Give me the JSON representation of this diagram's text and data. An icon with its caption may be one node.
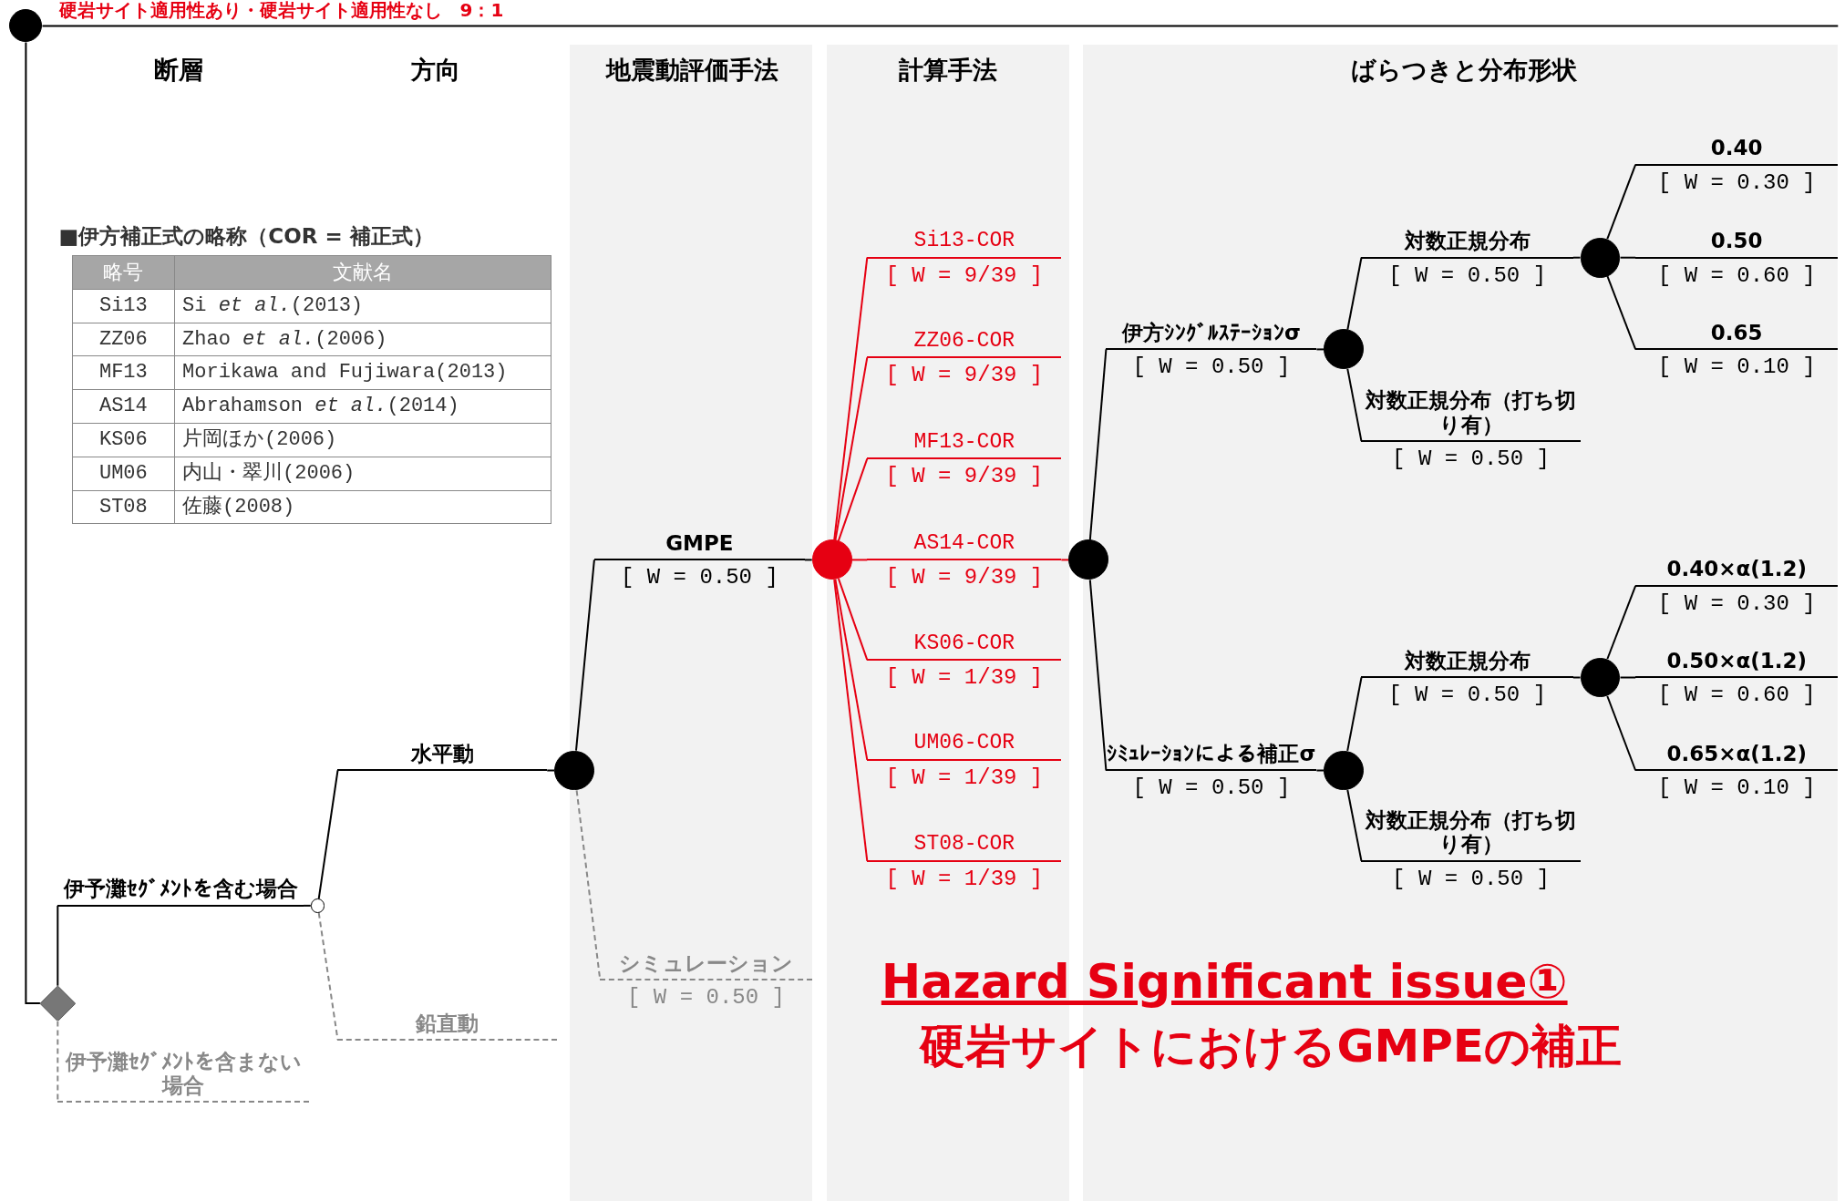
{
  "diagram": {
    "title": "硬岩サイト適用性あり・硬岩サイト適用性なし　9：1",
    "nodes": [
      {
        "text": [],
        "shape": "circle"
      },
      {
        "text": [],
        "shape": "diamond"
      },
      {
        "text": [
          "伊予灘ｾｸﾞﾒﾝﾄを含む場合"
        ]
      },
      {
        "text": [],
        "shape": "circle"
      },
      {
        "text": [
          "伊予灘ｾｸﾞﾒﾝﾄを含まない場合"
        ]
      },
      {
        "text": [
          "水平動"
        ]
      },
      {
        "text": [],
        "shape": "circle"
      },
      {
        "text": [
          "鉛直動"
        ]
      },
      {
        "text": [
          "GMPE",
          "[ W = 0.50 ]"
        ]
      },
      {
        "text": [],
        "shape": "circle"
      },
      {
        "text": [
          "シミュレーション",
          "[ W = 0.50 ]"
        ]
      },
      {
        "text": [
          "Si13-COR",
          "[ W = 9/39 ]"
        ]
      },
      {
        "text": [
          "ZZ06-COR",
          "[ W = 9/39 ]"
        ]
      },
      {
        "text": [
          "MF13-COR",
          "[ W = 9/39 ]"
        ]
      },
      {
        "text": [
          "AS14-COR",
          "[ W = 9/39 ]"
        ]
      },
      {
        "text": [
          "KS06-COR",
          "[ W = 1/39 ]"
        ]
      },
      {
        "text": [
          "UM06-COR",
          "[ W = 1/39 ]"
        ]
      },
      {
        "text": [
          "ST08-COR",
          "[ W = 1/39 ]"
        ]
      },
      {
        "text": [],
        "shape": "circle"
      },
      {
        "text": [
          "伊方ｼﾝｸﾞﾙｽﾃｰｼｮﾝσ",
          "[ W = 0.50 ]"
        ]
      },
      {
        "text": [],
        "shape": "circle"
      },
      {
        "text": [
          "対数正規分布",
          "[ W = 0.50 ]"
        ]
      },
      {
        "text": [],
        "shape": "circle"
      },
      {
        "text": [
          "0.40",
          "[ W = 0.30 ]"
        ]
      },
      {
        "text": [
          "0.50",
          "[ W = 0.60 ]"
        ]
      },
      {
        "text": [
          "0.65",
          "[ W = 0.10 ]"
        ]
      },
      {
        "text": [
          "対数正規分布（打ち切り有）",
          "[ W = 0.50 ]"
        ]
      },
      {
        "text": [
          "ｼﾐｭﾚｰｼｮﾝによる補正σ",
          "[ W = 0.50 ]"
        ]
      },
      {
        "text": [],
        "shape": "circle"
      },
      {
        "text": [
          "対数正規分布",
          "[ W = 0.50 ]"
        ]
      },
      {
        "text": [],
        "shape": "circle"
      },
      {
        "text": [
          "0.40×α(1.2)",
          "[ W = 0.30 ]"
        ]
      },
      {
        "text": [
          "0.50×α(1.2)",
          "[ W = 0.60 ]"
        ]
      },
      {
        "text": [
          "0.65×α(1.2)",
          "[ W = 0.10 ]"
        ]
      },
      {
        "text": [
          "対数正規分布（打ち切り有）",
          "[ W = 0.50 ]"
        ]
      }
    ],
    "edges": [
      {
        "from": 0,
        "to": null,
        "arrow": "none"
      },
      {
        "from": 0,
        "to": 1,
        "arrow": "none"
      },
      {
        "from": 1,
        "to": 2,
        "arrow": "none"
      },
      {
        "from": 1,
        "to": 4,
        "arrow": "none",
        "style": "dashed",
        "color": "#888888"
      },
      {
        "from": 2,
        "to": 3,
        "arrow": "none"
      },
      {
        "from": 3,
        "to": 5,
        "arrow": "none"
      },
      {
        "from": 3,
        "to": 7,
        "arrow": "none",
        "style": "dashed",
        "color": "#888888"
      },
      {
        "from": 5,
        "to": 6,
        "arrow": "none"
      },
      {
        "from": 6,
        "to": 8,
        "arrow": "none"
      },
      {
        "from": 6,
        "to": 10,
        "arrow": "none",
        "style": "dashed",
        "color": "#888888"
      },
      {
        "from": 8,
        "to": 9,
        "arrow": "none"
      },
      {
        "from": 9,
        "to": 11,
        "arrow": "none",
        "color": "#e60012"
      },
      {
        "from": 9,
        "to": 12,
        "arrow": "none",
        "color": "#e60012"
      },
      {
        "from": 9,
        "to": 13,
        "arrow": "none",
        "color": "#e60012"
      },
      {
        "from": 9,
        "to": 14,
        "arrow": "none",
        "color": "#e60012"
      },
      {
        "from": 9,
        "to": 15,
        "arrow": "none",
        "color": "#e60012"
      },
      {
        "from": 9,
        "to": 16,
        "arrow": "none",
        "color": "#e60012"
      },
      {
        "from": 9,
        "to": 17,
        "arrow": "none",
        "color": "#e60012"
      },
      {
        "from": 14,
        "to": 18,
        "arrow": "none",
        "color": "#e60012"
      },
      {
        "from": 18,
        "to": 19,
        "arrow": "none"
      },
      {
        "from": 18,
        "to": 27,
        "arrow": "none"
      },
      {
        "from": 19,
        "to": 20,
        "arrow": "none"
      },
      {
        "from": 20,
        "to": 21,
        "arrow": "none"
      },
      {
        "from": 20,
        "to": 26,
        "arrow": "none"
      },
      {
        "from": 21,
        "to": 22,
        "arrow": "none"
      },
      {
        "from": 22,
        "to": 23,
        "arrow": "none"
      },
      {
        "from": 22,
        "to": 24,
        "arrow": "none"
      },
      {
        "from": 22,
        "to": 25,
        "arrow": "none"
      },
      {
        "from": 27,
        "to": 28,
        "arrow": "none"
      },
      {
        "from": 28,
        "to": 29,
        "arrow": "none"
      },
      {
        "from": 28,
        "to": 34,
        "arrow": "none"
      },
      {
        "from": 29,
        "to": 30,
        "arrow": "none"
      },
      {
        "from": 30,
        "to": 31,
        "arrow": "none"
      },
      {
        "from": 30,
        "to": 32,
        "arrow": "none"
      },
      {
        "from": 30,
        "to": 33,
        "arrow": "none"
      }
    ],
    "labels": [
      "断層",
      "方向",
      "地震動評価手法",
      "計算手法",
      "ばらつきと分布形状",
      "■伊方補正式の略称（COR = 補正式）",
      "略号",
      "文献名",
      "Si13",
      "Si *et al.*(2013)",
      "ZZ06",
      "Zhao *et al.*(2006)",
      "MF13",
      "Morikawa and Fujiwara(2013)",
      "AS14",
      "Abrahamson *et al.*(2014)",
      "KS06",
      "片岡ほか(2006)",
      "UM06",
      "内山・翠川(2006)",
      "ST08",
      "佐藤(2008)",
      "Hazard Significant issue①",
      "硬岩サイトにおけるGMPEの補正"
    ]
  }
}
